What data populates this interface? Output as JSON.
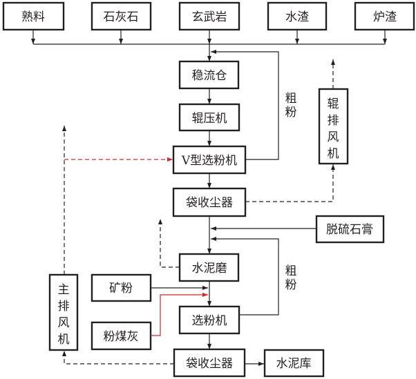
{
  "inputs": [
    "熟料",
    "石灰石",
    "玄武岩",
    "水渣",
    "炉渣"
  ],
  "nodes": {
    "surge_bin": "稳流仓",
    "roller_press": "辊压机",
    "v_separator": "V型选粉机",
    "bag_filter_1": "袋收尘器",
    "roller_fan": [
      "辊",
      "排",
      "风",
      "机"
    ],
    "gypsum": "脱硫石膏",
    "cement_mill": "水泥磨",
    "slag_powder": "矿粉",
    "fly_ash": "粉煤灰",
    "separator": "选粉机",
    "bag_filter_2": "袋收尘器",
    "cement_silo": "水泥库",
    "main_fan": [
      "主",
      "排",
      "风",
      "机"
    ]
  },
  "labels": {
    "coarse_1": [
      "粗",
      "粉"
    ],
    "coarse_2": [
      "粗",
      "粉"
    ]
  },
  "colors": {
    "line": "#231f20",
    "highlight": "#e31e24"
  }
}
